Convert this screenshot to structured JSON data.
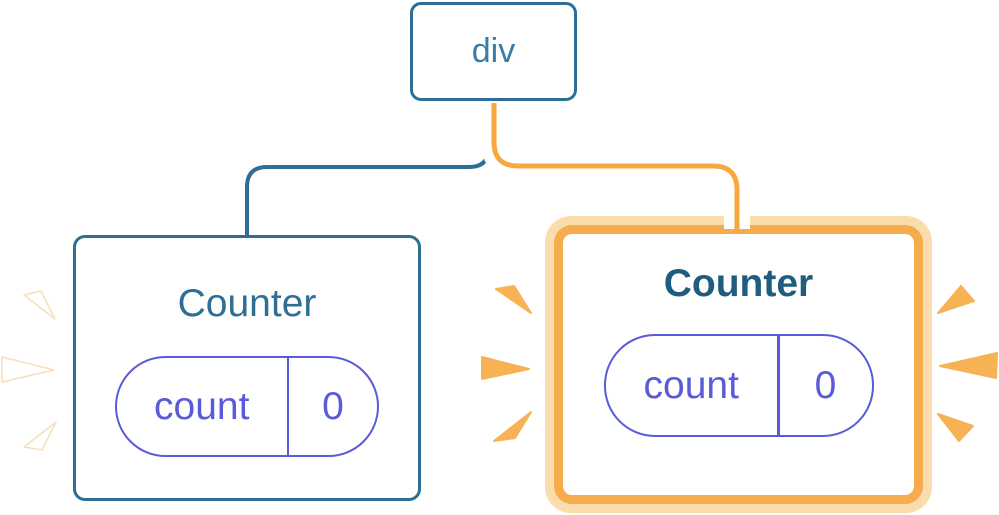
{
  "root_node": {
    "label": "div"
  },
  "counters": [
    {
      "title": "Counter",
      "state_key": "count",
      "state_value": "0",
      "highlighted": false
    },
    {
      "title": "Counter",
      "state_key": "count",
      "state_value": "0",
      "highlighted": true
    }
  ],
  "colors": {
    "node_border_blue": "#2E6E96",
    "node_text_blue": "#3A7CA5",
    "title_blue": "#2E6F95",
    "title_blue_bold": "#1E5D80",
    "state_purple": "#5A5BD8",
    "connector_orange": "#F5A93F",
    "highlight_border_orange": "#F6AC4C",
    "highlight_ring_peach": "#FBDCAD",
    "burst_orange": "#F7B254",
    "burst_white": "#FFFFFF"
  }
}
